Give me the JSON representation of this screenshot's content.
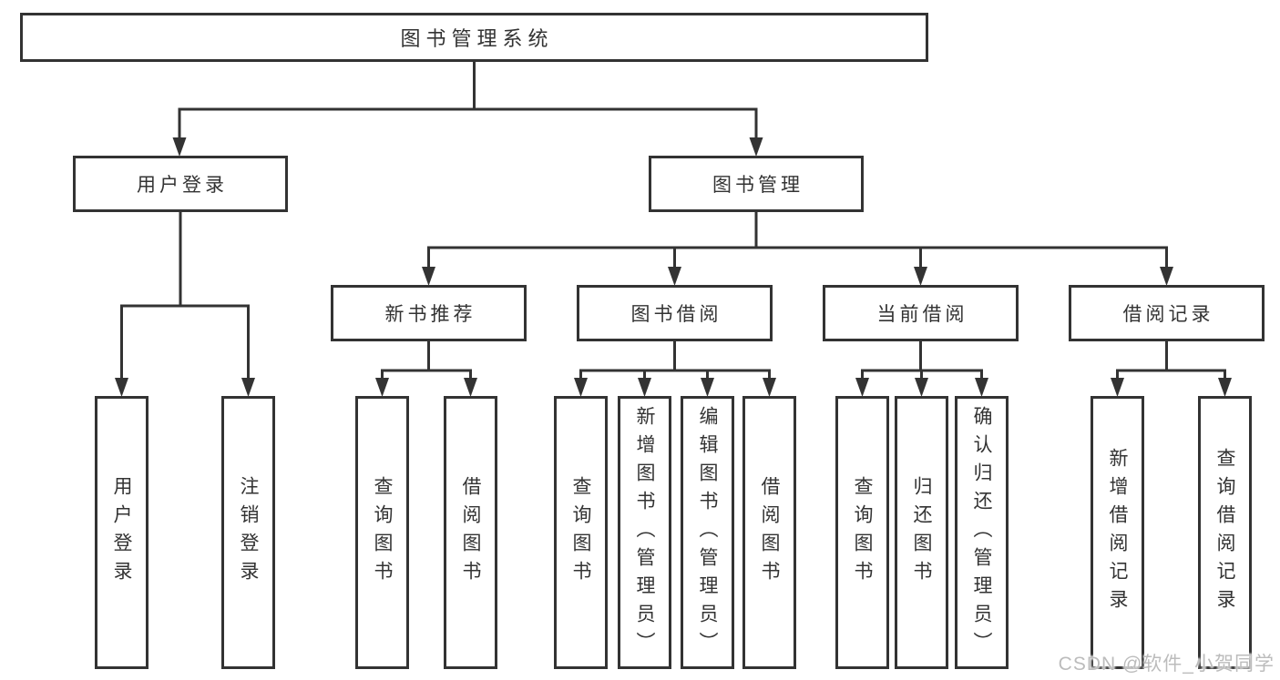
{
  "diagram": {
    "tree": {
      "root": {
        "label": "图书管理系统"
      },
      "branches": [
        {
          "label": "用户登录",
          "children": [
            {
              "label": "用户登录"
            },
            {
              "label": "注销登录"
            }
          ]
        },
        {
          "label": "图书管理",
          "children": [
            {
              "label": "新书推荐",
              "children": [
                {
                  "label": "查询图书"
                },
                {
                  "label": "借阅图书"
                }
              ]
            },
            {
              "label": "图书借阅",
              "children": [
                {
                  "label": "查询图书"
                },
                {
                  "label": "新增图书（管理员）"
                },
                {
                  "label": "编辑图书（管理员）"
                },
                {
                  "label": "借阅图书"
                }
              ]
            },
            {
              "label": "当前借阅",
              "children": [
                {
                  "label": "查询图书"
                },
                {
                  "label": "归还图书"
                },
                {
                  "label": "确认归还（管理员）"
                }
              ]
            },
            {
              "label": "借阅记录",
              "children": [
                {
                  "label": "新增借阅记录"
                },
                {
                  "label": "查询借阅记录"
                }
              ]
            }
          ]
        }
      ]
    },
    "watermark": "CSDN @软件_小贺同学",
    "colors": {
      "line": "#333333",
      "text": "#333333",
      "box_background": "#ffffff",
      "watermark": "#bcbcbc"
    }
  }
}
